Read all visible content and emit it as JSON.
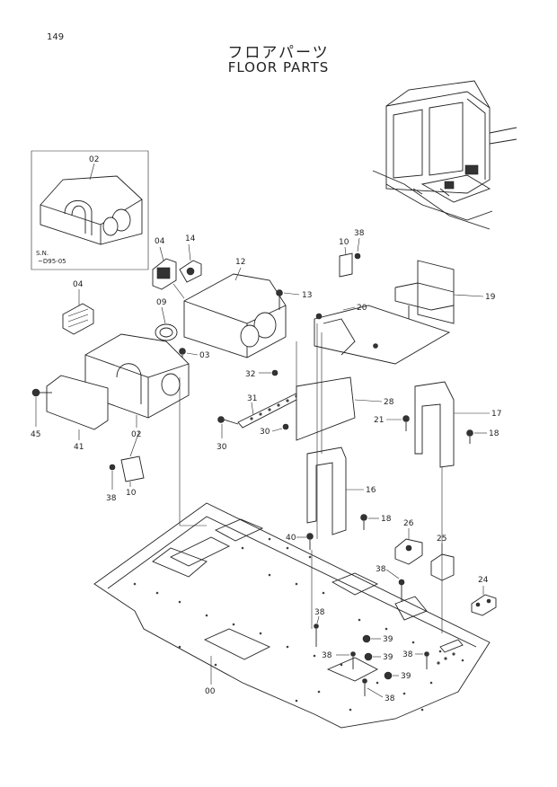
{
  "page": {
    "number": "149",
    "title_jp": "フロアパーツ",
    "title_en": "FLOOR PARTS"
  },
  "serial_note": {
    "line1": "S.N.",
    "line2": "~D95-05"
  },
  "callouts": [
    "02",
    "04",
    "14",
    "12",
    "10",
    "38",
    "19",
    "20",
    "13",
    "04",
    "09",
    "03",
    "32",
    "31",
    "28",
    "17",
    "21",
    "18",
    "30",
    "30",
    "45",
    "41",
    "02",
    "10",
    "38",
    "16",
    "18",
    "26",
    "40",
    "25",
    "38",
    "24",
    "38",
    "39",
    "38",
    "39",
    "38",
    "39",
    "38",
    "00"
  ]
}
